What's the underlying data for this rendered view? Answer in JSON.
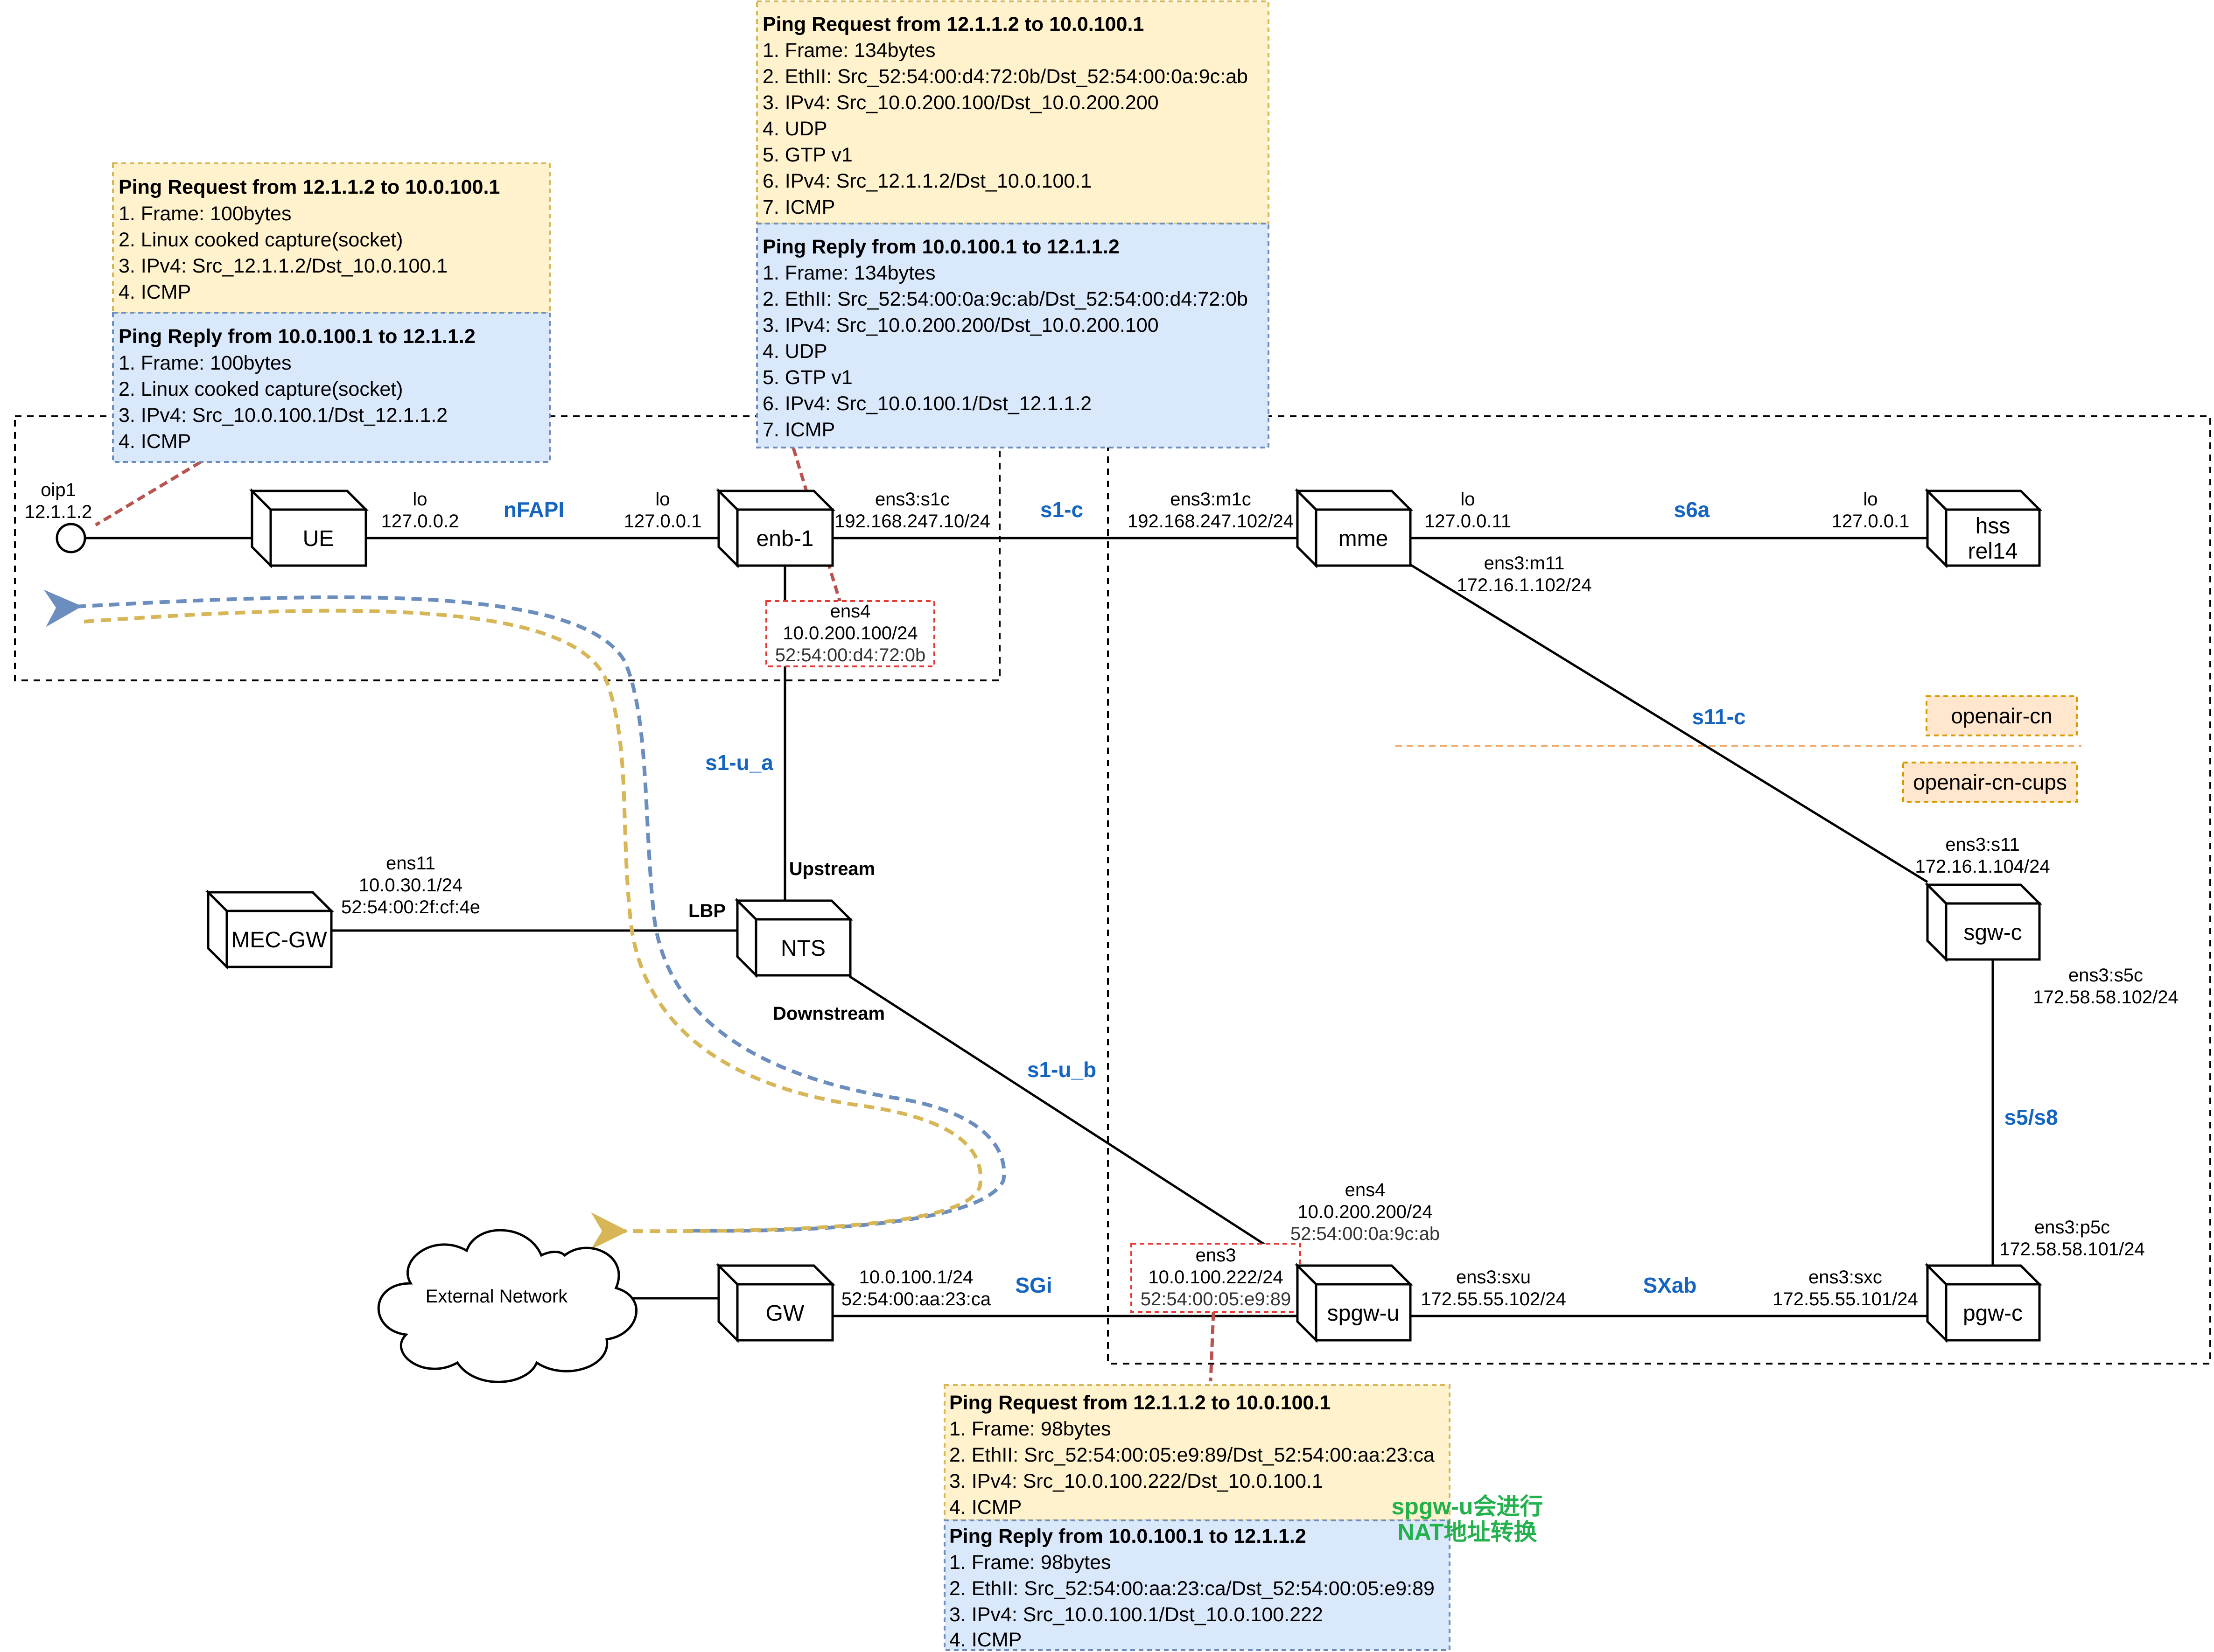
{
  "nodes": {
    "ue": "UE",
    "enb": "enb-1",
    "mme": "mme",
    "hss_line1": "hss",
    "hss_line2": "rel14",
    "sgwc": "sgw-c",
    "pgwc": "pgw-c",
    "spgwu": "spgw-u",
    "nts": "NTS",
    "mecgw": "MEC-GW",
    "gw": "GW",
    "external": "External Network"
  },
  "oip": {
    "name": "oip1",
    "ip": "12.1.1.2"
  },
  "interfaces": {
    "ue_lo": {
      "name": "lo",
      "ip": "127.0.0.2"
    },
    "enb_lo": {
      "name": "lo",
      "ip": "127.0.0.1"
    },
    "enb_s1c": {
      "name": "ens3:s1c",
      "ip": "192.168.247.10/24"
    },
    "enb_ens4": {
      "name": "ens4",
      "ip": "10.0.200.100/24",
      "mac": "52:54:00:d4:72:0b"
    },
    "mme_m1c": {
      "name": "ens3:m1c",
      "ip": "192.168.247.102/24"
    },
    "mme_lo": {
      "name": "lo",
      "ip": "127.0.0.11"
    },
    "mme_m11": {
      "name": "ens3:m11",
      "ip": "172.16.1.102/24"
    },
    "hss_lo": {
      "name": "lo",
      "ip": "127.0.0.1"
    },
    "sgwc_s11": {
      "name": "ens3:s11",
      "ip": "172.16.1.104/24"
    },
    "sgwc_s5c": {
      "name": "ens3:s5c",
      "ip": "172.58.58.102/24"
    },
    "pgwc_p5c": {
      "name": "ens3:p5c",
      "ip": "172.58.58.101/24"
    },
    "pgwc_sxc": {
      "name": "ens3:sxc",
      "ip": "172.55.55.101/24"
    },
    "spgwu_sxu": {
      "name": "ens3:sxu",
      "ip": "172.55.55.102/24"
    },
    "spgwu_ens4": {
      "name": "ens4",
      "ip": "10.0.200.200/24",
      "mac": "52:54:00:0a:9c:ab"
    },
    "spgwu_ens3": {
      "name": "ens3",
      "ip": "10.0.100.222/24",
      "mac": "52:54:00:05:e9:89"
    },
    "gw_sgi": {
      "ip": "10.0.100.1/24",
      "mac": "52:54:00:aa:23:ca"
    },
    "mec_ens11": {
      "name": "ens11",
      "ip": "10.0.30.1/24",
      "mac": "52:54:00:2f:cf:4e"
    }
  },
  "links": {
    "nfapi": "nFAPI",
    "s1c": "s1-c",
    "s6a": "s6a",
    "s11c": "s11-c",
    "s1ua": "s1-u_a",
    "s1ub": "s1-u_b",
    "s5s8": "s5/s8",
    "sgi": "SGi",
    "sxab": "SXab",
    "upstream": "Upstream",
    "downstream": "Downstream",
    "lbp": "LBP"
  },
  "tags": {
    "openair_cn": "openair-cn",
    "openair_cn_cups": "openair-cn-cups"
  },
  "nat_note": {
    "line1": "spgw-u会进行",
    "line2": "NAT地址转换"
  },
  "notes": {
    "ue_request": {
      "title": "Ping Request from 12.1.1.2 to 10.0.100.1",
      "lines": [
        "1. Frame: 100bytes",
        "2. Linux cooked capture(socket)",
        "3. IPv4: Src_12.1.1.2/Dst_10.0.100.1",
        "4. ICMP"
      ]
    },
    "ue_reply": {
      "title": "Ping Reply from 10.0.100.1 to 12.1.1.2",
      "lines": [
        "1. Frame: 100bytes",
        "2. Linux cooked capture(socket)",
        "3. IPv4: Src_10.0.100.1/Dst_12.1.1.2",
        "4. ICMP"
      ]
    },
    "enb_request": {
      "title": "Ping Request from 12.1.1.2 to 10.0.100.1",
      "lines": [
        "1. Frame: 134bytes",
        "2. EthII: Src_52:54:00:d4:72:0b/Dst_52:54:00:0a:9c:ab",
        "3. IPv4: Src_10.0.200.100/Dst_10.0.200.200",
        "4. UDP",
        "5. GTP v1",
        "6. IPv4: Src_12.1.1.2/Dst_10.0.100.1",
        "7. ICMP"
      ]
    },
    "enb_reply": {
      "title": "Ping Reply from 10.0.100.1 to 12.1.1.2",
      "lines": [
        "1. Frame: 134bytes",
        "2. EthII: Src_52:54:00:0a:9c:ab/Dst_52:54:00:d4:72:0b",
        "3. IPv4: Src_10.0.200.200/Dst_10.0.200.100",
        "4. UDP",
        "5. GTP v1",
        "6. IPv4: Src_10.0.100.1/Dst_12.1.1.2",
        "7. ICMP"
      ]
    },
    "sgi_request": {
      "title": "Ping Request from 12.1.1.2 to 10.0.100.1",
      "lines": [
        "1. Frame: 98bytes",
        "2. EthII: Src_52:54:00:05:e9:89/Dst_52:54:00:aa:23:ca",
        "3. IPv4: Src_10.0.100.222/Dst_10.0.100.1",
        "4. ICMP"
      ]
    },
    "sgi_reply": {
      "title": "Ping Reply from 10.0.100.1 to 12.1.1.2",
      "lines": [
        "1. Frame: 98bytes",
        "2. EthII: Src_52:54:00:aa:23:ca/Dst_52:54:00:05:e9:89",
        "3. IPv4: Src_10.0.100.1/Dst_10.0.100.222",
        "4. ICMP"
      ]
    }
  },
  "colors": {
    "request_fill": "#fff2cc",
    "request_stroke": "#d6b656",
    "reply_fill": "#dae8fc",
    "reply_stroke": "#6c8ebf",
    "link_label": "#1565c0",
    "tag_fill": "#ffe6cc",
    "tag_stroke": "#d79b00",
    "callout": "#b85450",
    "flow_blue": "#6c8ebf",
    "flow_gold": "#d6b656",
    "nat_text": "#22b14c"
  }
}
